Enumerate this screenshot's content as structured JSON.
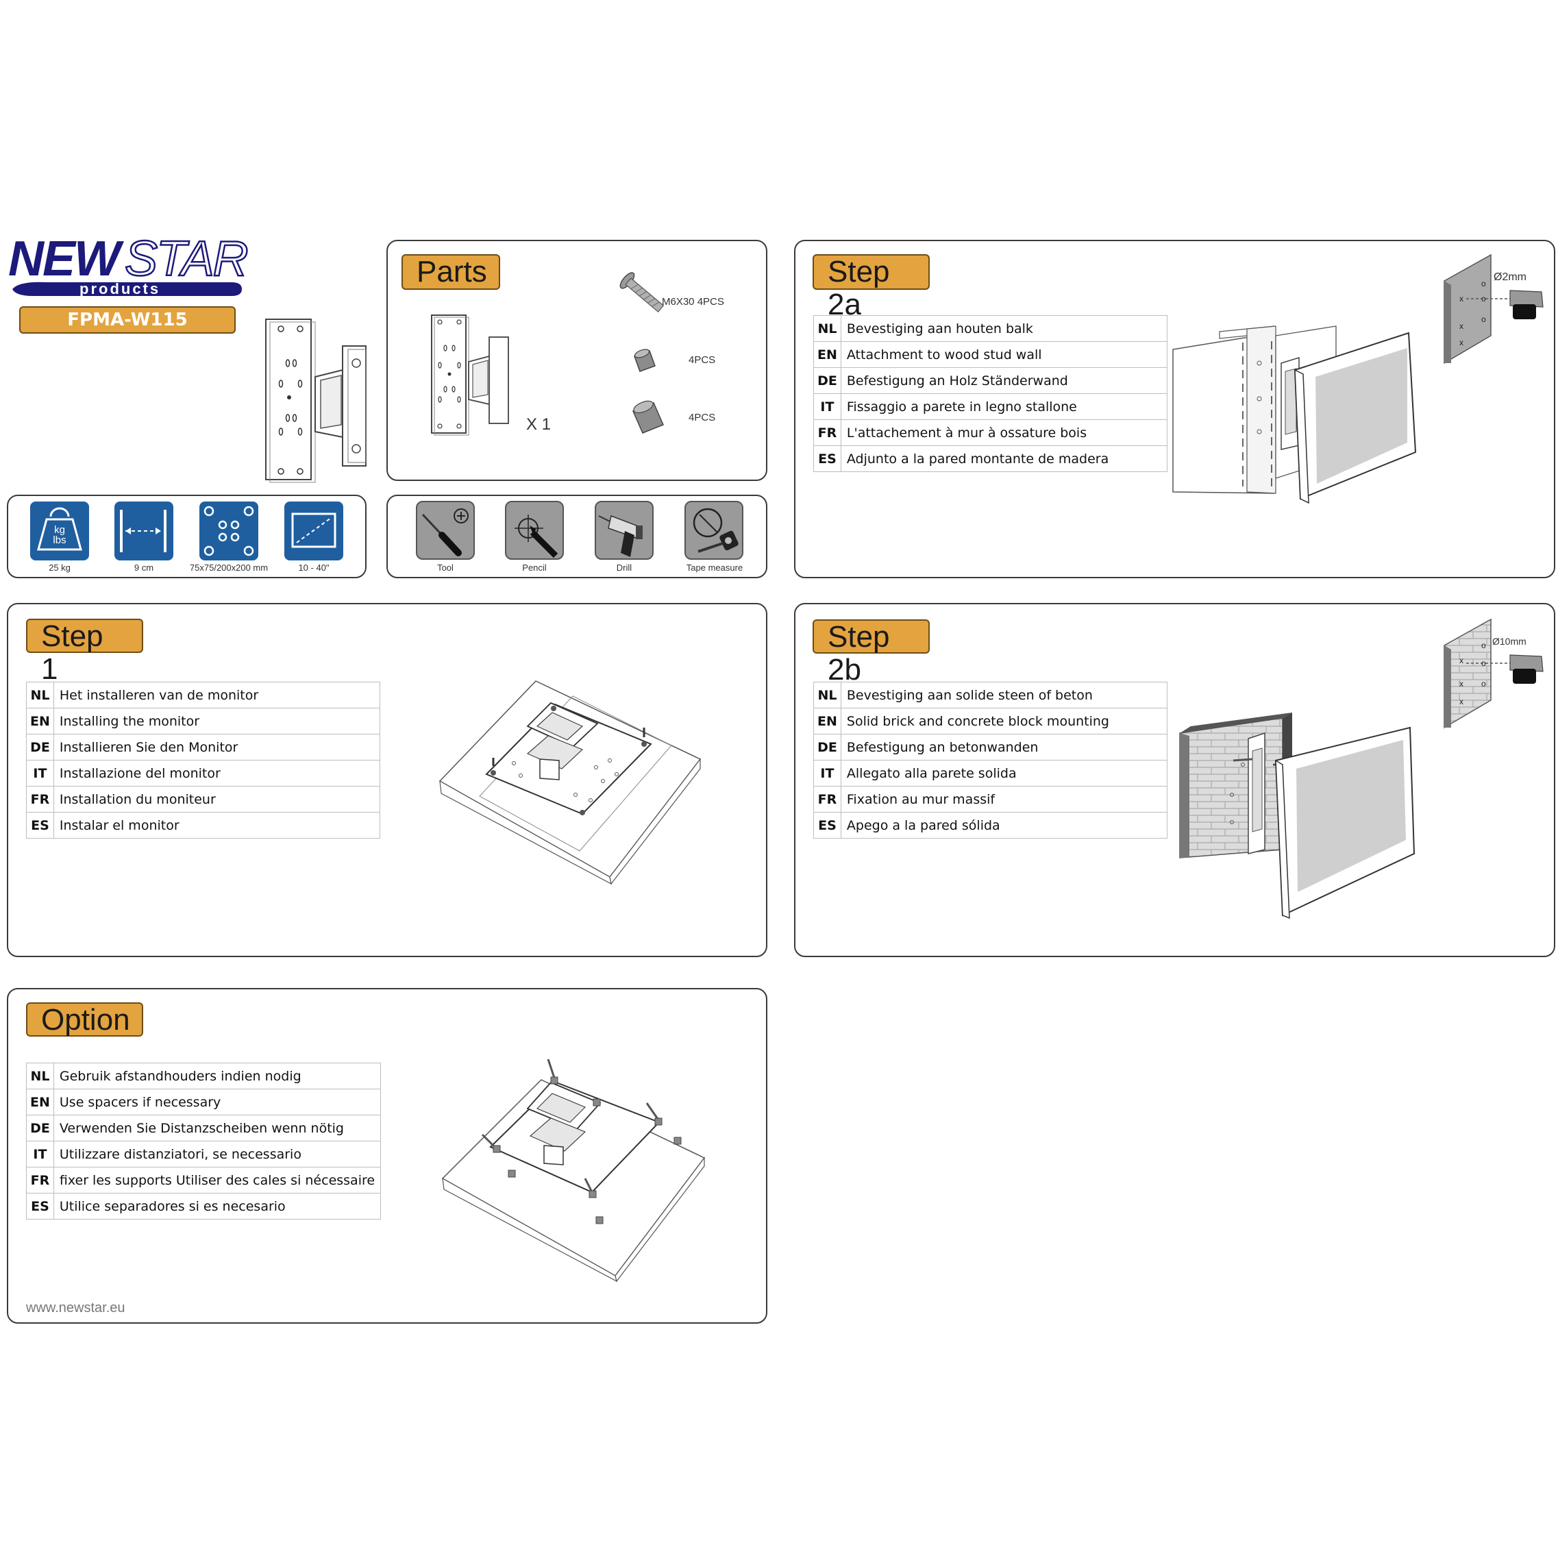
{
  "brand": {
    "name_part1": "NEW",
    "name_part2": "STAR",
    "sub": "products",
    "model": "FPMA-W115"
  },
  "specs": [
    {
      "icon": "weight-icon",
      "label": "25 kg",
      "icon_text": "kg\nlbs"
    },
    {
      "icon": "wall-distance-icon",
      "label": "9 cm"
    },
    {
      "icon": "vesa-pattern-icon",
      "label": "75x75/200x200 mm"
    },
    {
      "icon": "screen-size-icon",
      "label": "10 - 40\""
    }
  ],
  "parts": {
    "title": "Parts",
    "mount_qty": "X 1",
    "items": [
      {
        "icon": "screw-icon",
        "label": "M6X30  4PCS"
      },
      {
        "icon": "spacer-small-icon",
        "label": "4PCS"
      },
      {
        "icon": "spacer-large-icon",
        "label": "4PCS"
      }
    ]
  },
  "tools": [
    {
      "icon": "screwdriver-icon",
      "label": "Tool"
    },
    {
      "icon": "pencil-icon",
      "label": "Pencil"
    },
    {
      "icon": "drill-icon",
      "label": "Drill"
    },
    {
      "icon": "tape-measure-icon",
      "label": "Tape measure"
    }
  ],
  "step1": {
    "title": "Step 1",
    "rows": [
      {
        "code": "NL",
        "text": "Het installeren van de monitor"
      },
      {
        "code": "EN",
        "text": "Installing the monitor"
      },
      {
        "code": "DE",
        "text": "Installieren Sie den Monitor"
      },
      {
        "code": "IT",
        "text": "Installazione del monitor"
      },
      {
        "code": "FR",
        "text": "Installation du moniteur"
      },
      {
        "code": "ES",
        "text": "Instalar el monitor"
      }
    ]
  },
  "step2a": {
    "title": "Step 2a",
    "drill_size": "Ø2mm",
    "rows": [
      {
        "code": "NL",
        "text": "Bevestiging aan houten balk"
      },
      {
        "code": "EN",
        "text": "Attachment to wood stud wall"
      },
      {
        "code": "DE",
        "text": "Befestigung an Holz Ständerwand"
      },
      {
        "code": "IT",
        "text": "Fissaggio a parete in legno stallone"
      },
      {
        "code": "FR",
        "text": "L'attachement à mur à ossature bois"
      },
      {
        "code": "ES",
        "text": "Adjunto a la pared montante de madera"
      }
    ]
  },
  "step2b": {
    "title": "Step 2b",
    "drill_size": "Ø10mm",
    "rows": [
      {
        "code": "NL",
        "text": "Bevestiging aan solide steen of beton"
      },
      {
        "code": "EN",
        "text": "Solid brick and concrete block mounting"
      },
      {
        "code": "DE",
        "text": "Befestigung an betonwanden"
      },
      {
        "code": "IT",
        "text": "Allegato alla parete solida"
      },
      {
        "code": "FR",
        "text": "Fixation au mur massif"
      },
      {
        "code": "ES",
        "text": "Apego a la pared sólida"
      }
    ]
  },
  "option": {
    "title": "Option",
    "rows": [
      {
        "code": "NL",
        "text": "Gebruik afstandhouders indien nodig"
      },
      {
        "code": "EN",
        "text": "Use spacers if necessary"
      },
      {
        "code": "DE",
        "text": "Verwenden Sie Distanzscheiben wenn nötig"
      },
      {
        "code": "IT",
        "text": "Utilizzare distanziatori, se necessario"
      },
      {
        "code": "FR",
        "text": "fixer les supports Utiliser des cales si nécessaire"
      },
      {
        "code": "ES",
        "text": "Utilice separadores si es necesario"
      }
    ]
  },
  "footer": {
    "url": "www.newstar.eu"
  },
  "colors": {
    "accent": "#e3a33f",
    "brand_blue": "#1c1a7a",
    "spec_blue": "#1f5fa0",
    "border": "#3a3a3a"
  }
}
